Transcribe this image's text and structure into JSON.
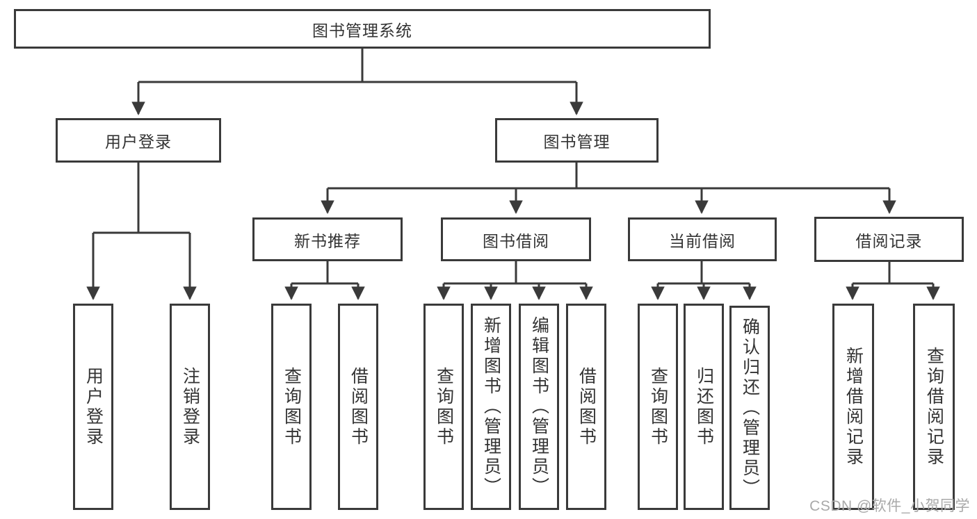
{
  "diagram": {
    "root": "图书管理系统",
    "level2": {
      "user_login": "用户登录",
      "book_management": "图书管理"
    },
    "level3": {
      "new_book_recommend": "新书推荐",
      "book_borrow": "图书借阅",
      "current_borrow": "当前借阅",
      "borrow_records": "借阅记录"
    },
    "leaves": {
      "user_login": [
        "用户登录",
        "注销登录"
      ],
      "new_book_recommend": [
        "查询图书",
        "借阅图书"
      ],
      "book_borrow": [
        "查询图书",
        "新增图书（管理员）",
        "编辑图书（管理员）",
        "借阅图书"
      ],
      "current_borrow": [
        "查询图书",
        "归还图书",
        "确认归还（管理员）"
      ],
      "borrow_records": [
        "新增借阅记录",
        "查询借阅记录"
      ]
    }
  },
  "watermark": {
    "text": "CSDN @软件_小贺同学"
  },
  "colors": {
    "line": "#3a3a3a",
    "text": "#333333",
    "watermark": "#a9a9a9",
    "background": "#ffffff"
  }
}
